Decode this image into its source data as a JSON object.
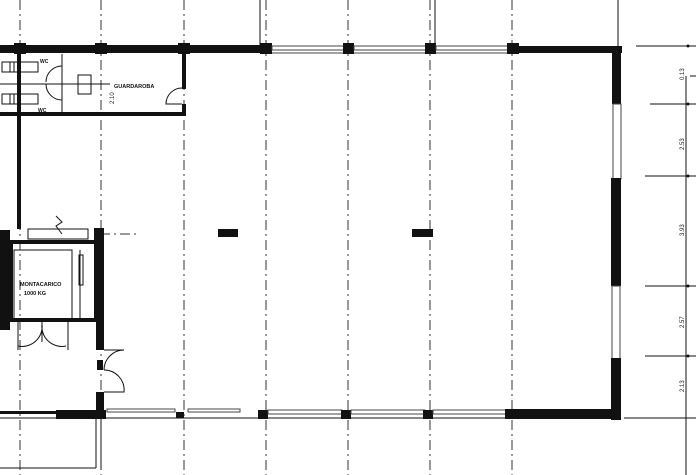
{
  "drawing": {
    "type": "architectural floor plan",
    "rooms": {
      "wc_top": "WC",
      "wc_bottom": "WC",
      "guardaroba": "GUARDAROBA",
      "guardaroba_height": "2.10",
      "lift_name": "MONTACARICO",
      "lift_capacity": "1000 KG"
    },
    "dimensions": {
      "right_chain": [
        "0.13",
        "2.53",
        "3.93",
        "2.57",
        "2.13"
      ]
    },
    "colors": {
      "ink": "#111111",
      "paper": "#ffffff",
      "axis": "#333333"
    }
  }
}
